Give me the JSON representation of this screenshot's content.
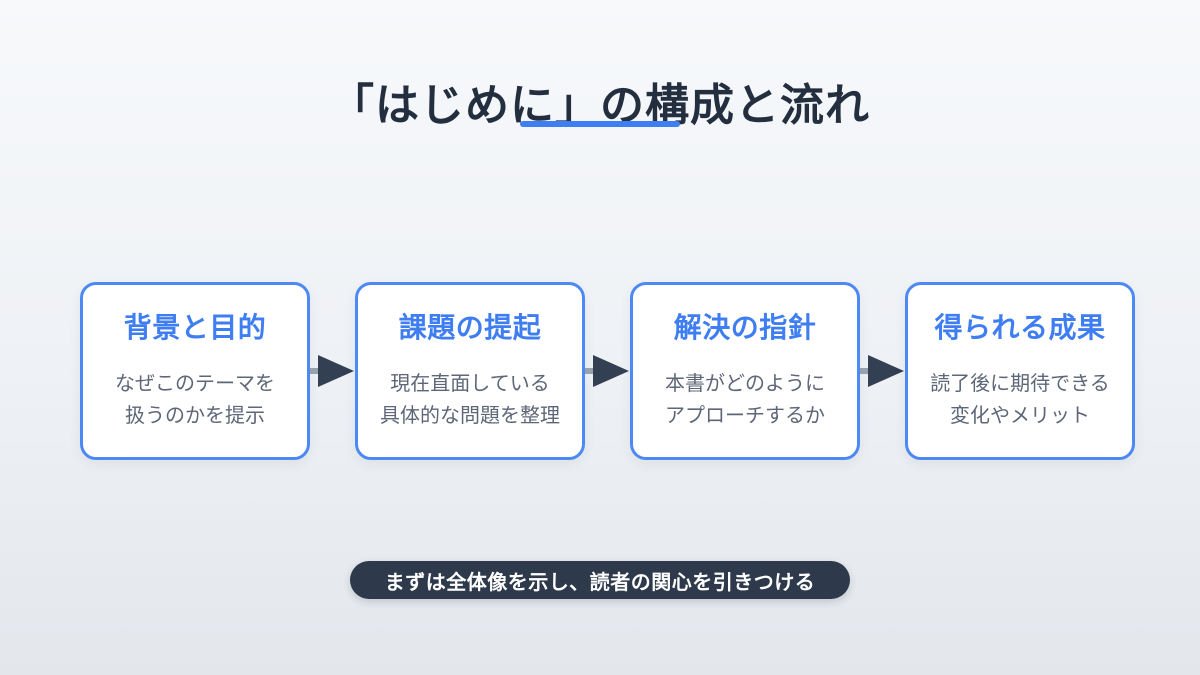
{
  "slide": {
    "title": "「はじめに」の構成と流れ",
    "footer_note": "まずは全体像を示し、読者の関心を引きつける"
  },
  "steps": [
    {
      "title": "背景と目的",
      "body": [
        "なぜこのテーマを",
        "扱うのかを提示"
      ]
    },
    {
      "title": "課題の提起",
      "body": [
        "現在直面している",
        "具体的な問題を整理"
      ]
    },
    {
      "title": "解決の指針",
      "body": [
        "本書がどのように",
        "アプローチするか"
      ]
    },
    {
      "title": "得られる成果",
      "body": [
        "読了後に期待できる",
        "変化やメリット"
      ]
    }
  ],
  "colors": {
    "bg_top": "#f7f9fb",
    "bg_bottom": "#e3e7ec",
    "title_navy": "#232e3e",
    "accent_blue": "#3d7ef5",
    "border_blue": "#4d89f4",
    "heading_blue": "#3f7ef2",
    "body_gray": "#5d6778",
    "arrow_navy": "#333f52",
    "stub_gray": "#98a2ae",
    "pill_navy": "#2e3a4b"
  }
}
